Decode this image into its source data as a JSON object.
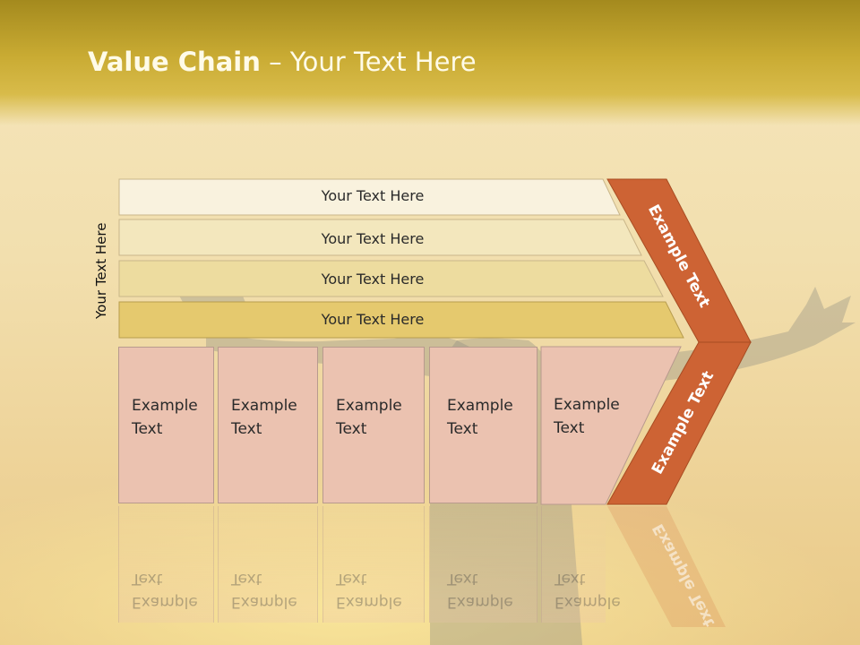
{
  "slide": {
    "title_bold": "Value Chain",
    "title_rest": " – Your Text Here",
    "side_label": "Your Text Here"
  },
  "rows": [
    {
      "label": "Your Text Here",
      "color": "#f9f2de"
    },
    {
      "label": "Your Text Here",
      "color": "#f3e7bd"
    },
    {
      "label": "Your Text Here",
      "color": "#eddc9f"
    },
    {
      "label": "Your Text Here",
      "color": "#e5c96e"
    }
  ],
  "boxes": [
    {
      "line1": "Example",
      "line2": "Text"
    },
    {
      "line1": "Example",
      "line2": "Text"
    },
    {
      "line1": "Example",
      "line2": "Text"
    },
    {
      "line1": "Example",
      "line2": "Text"
    },
    {
      "line1": "Example",
      "line2": "Text"
    }
  ],
  "chevron": {
    "upper_text": "Example Text",
    "lower_text": "Example Text",
    "color": "#cd6334"
  },
  "colors": {
    "box_fill": "#ebc2b0",
    "header_gold": "#c9ab33"
  }
}
